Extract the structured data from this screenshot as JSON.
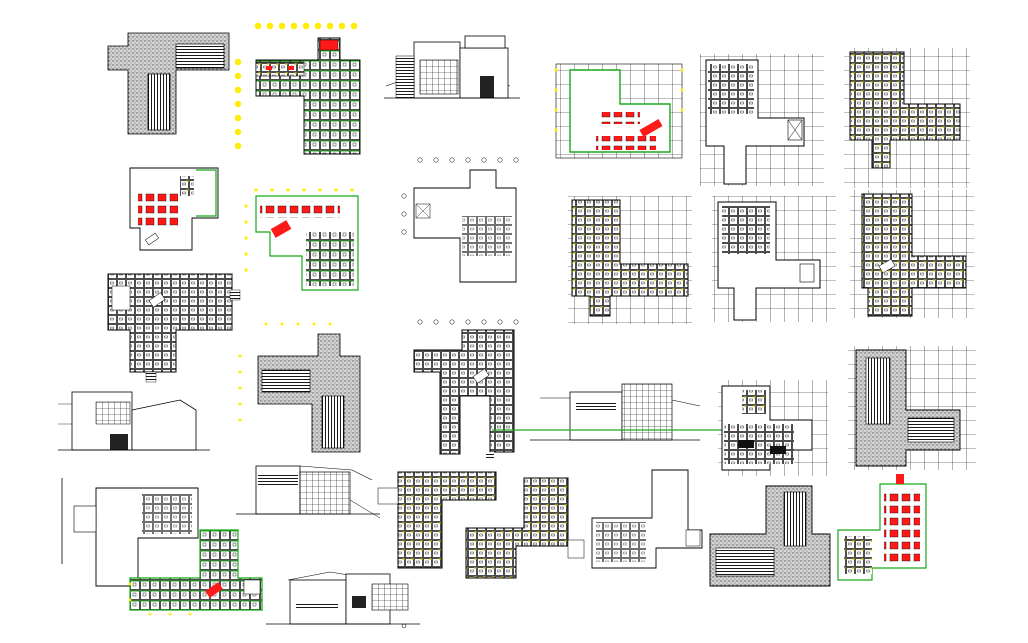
{
  "sheet": {
    "background": "#ffffff",
    "colors": {
      "line": "#000000",
      "hatch_fill": "#cfcfcf",
      "furniture_red": "#ff1a1a",
      "door_yellow": "#e6d600",
      "wall_green": "#18a818",
      "axis_dot": "#ffee00",
      "section_line": "#22aa22"
    }
  },
  "drawings": [
    {
      "id": "roof-plan-1",
      "kind": "roof plan"
    },
    {
      "id": "floor-plan-color-1",
      "kind": "floor plan"
    },
    {
      "id": "elevation-1",
      "kind": "elevation"
    },
    {
      "id": "grid-plan-color-1",
      "kind": "grid floor plan"
    },
    {
      "id": "grid-plan-2",
      "kind": "grid floor plan"
    },
    {
      "id": "grid-plan-3",
      "kind": "grid floor plan"
    },
    {
      "id": "furniture-plan-1",
      "kind": "furniture plan"
    },
    {
      "id": "furniture-plan-2",
      "kind": "furniture plan"
    },
    {
      "id": "ground-plan-1",
      "kind": "floor plan"
    },
    {
      "id": "grid-plan-4",
      "kind": "grid floor plan"
    },
    {
      "id": "grid-plan-5",
      "kind": "grid floor plan"
    },
    {
      "id": "grid-plan-6",
      "kind": "grid floor plan"
    },
    {
      "id": "t-plan-1",
      "kind": "floor plan"
    },
    {
      "id": "roof-plan-2",
      "kind": "roof plan"
    },
    {
      "id": "t-plan-2",
      "kind": "floor plan"
    },
    {
      "id": "elevation-2",
      "kind": "elevation"
    },
    {
      "id": "elevation-3",
      "kind": "elevation"
    },
    {
      "id": "grid-plan-7",
      "kind": "grid floor plan"
    },
    {
      "id": "roof-plan-3",
      "kind": "roof plan"
    },
    {
      "id": "plan-outline-1",
      "kind": "floor plan"
    },
    {
      "id": "elevation-4",
      "kind": "elevation"
    },
    {
      "id": "plan-rooms-1",
      "kind": "floor plan"
    },
    {
      "id": "plan-rooms-2",
      "kind": "floor plan"
    },
    {
      "id": "plan-outline-2",
      "kind": "floor plan"
    },
    {
      "id": "roof-plan-4",
      "kind": "roof plan"
    },
    {
      "id": "furniture-plan-3",
      "kind": "furniture plan"
    },
    {
      "id": "t-plan-color-3",
      "kind": "floor plan"
    },
    {
      "id": "elevation-5",
      "kind": "elevation"
    }
  ]
}
